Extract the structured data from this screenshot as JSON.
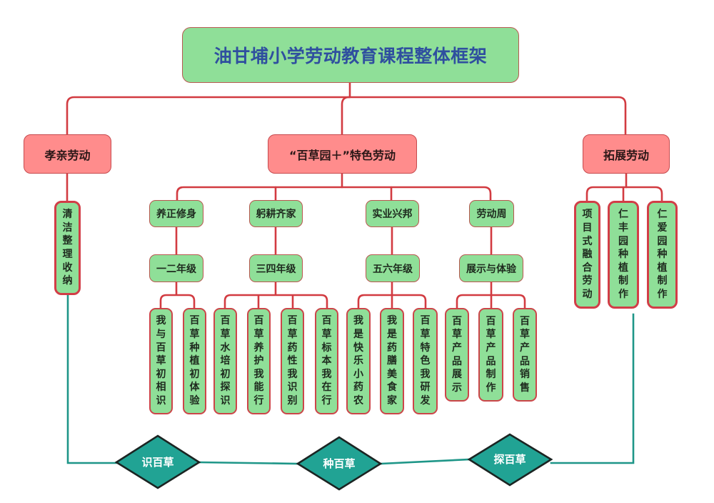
{
  "title": "油甘埔小学劳动教育课程整体框架",
  "branches": {
    "filial": {
      "label": "孝亲劳动",
      "items": [
        "清洁整理收纳"
      ]
    },
    "featured": {
      "label": "“百草园＋”特色劳动",
      "modules": [
        {
          "name": "养正修身",
          "grade": "一二年级",
          "courses": [
            "我与百草初相识",
            "百草种植初体验"
          ]
        },
        {
          "name": "躬耕齐家",
          "grade": "三四年级",
          "courses": [
            "百草水培初探识",
            "百草养护我能行",
            "百草药性我识别",
            "百草标本我在行"
          ]
        },
        {
          "name": "实业兴邦",
          "grade": "五六年级",
          "courses": [
            "我是快乐小药农",
            "我是药膳美食家",
            "百草特色我研发"
          ]
        },
        {
          "name": "劳动周",
          "grade": "展示与体验",
          "courses": [
            "百草产品展示",
            "百草产品制作",
            "百草产品销售"
          ]
        }
      ]
    },
    "extended": {
      "label": "拓展劳动",
      "items": [
        "项目式融合劳动",
        "仁丰园种植制作",
        "仁爱园种植制作"
      ]
    }
  },
  "stages": [
    "识百草",
    "种百草",
    "探百草"
  ],
  "colors": {
    "node_green": "#8fdf98",
    "node_pink": "#ff8c8c",
    "connector_red": "#d23b41",
    "timeline_teal": "#1e9688",
    "diamond_fill": "#21a394",
    "title_text": "#2f4f9f"
  }
}
